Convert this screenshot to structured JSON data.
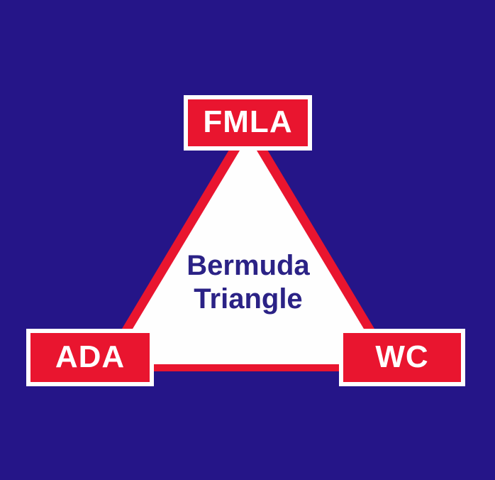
{
  "diagram": {
    "center_title_line1": "Bermuda",
    "center_title_line2": "Triangle",
    "nodes": {
      "top": {
        "label": "FMLA"
      },
      "bottom_left": {
        "label": "ADA"
      },
      "bottom_right": {
        "label": "WC"
      }
    }
  },
  "colors": {
    "bg": "#251588",
    "red": "#E9152F",
    "white": "#FEFEFE",
    "navy": "#2B2286"
  }
}
